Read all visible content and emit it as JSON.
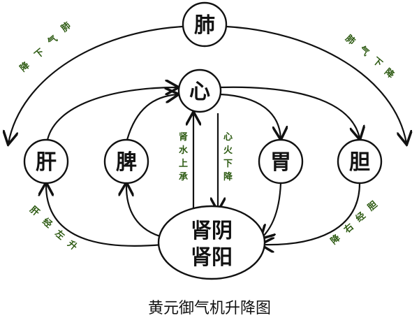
{
  "nodes": {
    "lung": "肺",
    "heart": "心",
    "liver": "肝",
    "spleen": "脾",
    "stomach": "胃",
    "gallbladder": "胆",
    "kidney_yin": "肾阴",
    "kidney_yang": "肾阳"
  },
  "labels": {
    "lung_left": [
      "肺",
      "气",
      "下",
      "降"
    ],
    "lung_right": [
      "肺",
      "气",
      "下",
      "降"
    ],
    "liver_path": [
      "肝",
      "经",
      "左",
      "升"
    ],
    "gallbladder_path": [
      "胆",
      "经",
      "右",
      "降"
    ],
    "kidney_water": [
      "肾",
      "水",
      "上",
      "承"
    ],
    "heart_fire": [
      "心",
      "火",
      "下",
      "降"
    ]
  },
  "title": "黄元御气机升降图"
}
